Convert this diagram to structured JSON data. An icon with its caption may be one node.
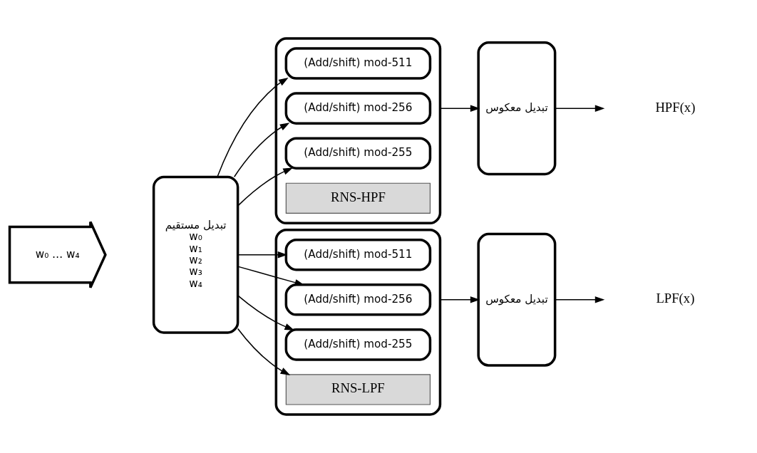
{
  "diagram": {
    "nodes": [
      {
        "text": [
          "w₀ … w₄"
        ]
      },
      {
        "text": [
          "تبدیل مستقیم",
          "w₀",
          "w₁",
          "w₂",
          "w₃",
          "w₄"
        ]
      },
      {
        "text": [],
        "shape": "box"
      },
      {
        "text": [
          "RNS-HPF"
        ],
        "in": 2
      },
      {
        "text": [
          "(Add/shift) mod-255"
        ],
        "in": 2
      },
      {
        "text": [
          "(Add/shift) mod-256"
        ],
        "in": 2
      },
      {
        "text": [
          "(Add/shift) mod-511"
        ],
        "in": 2
      },
      {
        "text": [],
        "shape": "box"
      },
      {
        "text": [
          "RNS-LPF"
        ],
        "in": 7
      },
      {
        "text": [
          "(Add/shift) mod-255"
        ],
        "in": 7
      },
      {
        "text": [
          "(Add/shift) mod-256"
        ],
        "in": 7
      },
      {
        "text": [
          "(Add/shift) mod-511"
        ],
        "in": 7
      },
      {
        "text": [
          "تبدیل معکوس"
        ]
      },
      {
        "text": [
          "تبدیل معکوس"
        ]
      },
      {
        "text": [
          "HPF(x)"
        ]
      },
      {
        "text": [
          "LPF(x)"
        ]
      }
    ],
    "edges": [
      {
        "from": 1,
        "to": 4,
        "arrow": "to"
      },
      {
        "from": 1,
        "to": 8,
        "arrow": "to"
      },
      {
        "from": 1,
        "to": 5,
        "arrow": "to"
      },
      {
        "from": 1,
        "to": 9,
        "arrow": "to"
      },
      {
        "from": 1,
        "to": 10,
        "arrow": "to"
      },
      {
        "from": 1,
        "to": 6,
        "arrow": "to"
      },
      {
        "from": 1,
        "to": 11,
        "arrow": "to"
      },
      {
        "from": 2,
        "to": 12,
        "arrow": "to"
      },
      {
        "from": 7,
        "to": 13,
        "arrow": "to"
      },
      {
        "from": 12,
        "to": 14,
        "arrow": "to"
      },
      {
        "from": 13,
        "to": 15,
        "arrow": "to"
      }
    ]
  }
}
